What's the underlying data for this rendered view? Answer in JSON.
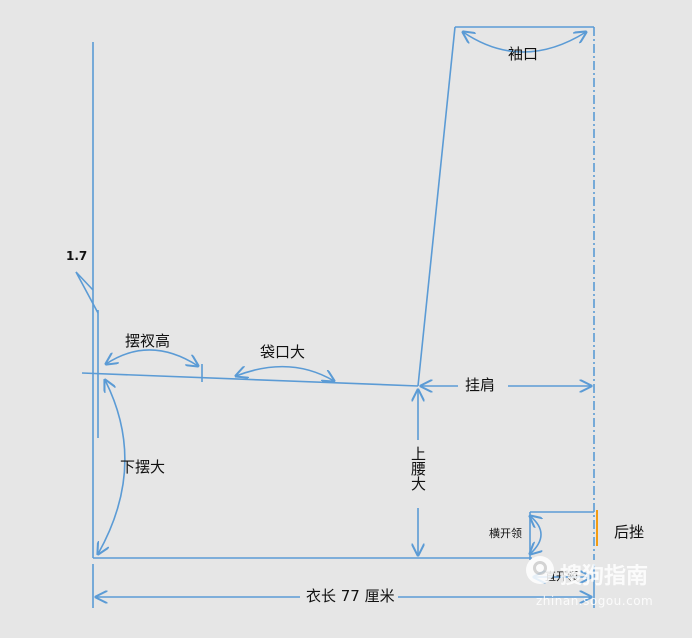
{
  "labels": {
    "cuff": "袖口",
    "hem_gusset": "摆衩高",
    "pocket": "袋口大",
    "shoulder": "挂肩",
    "hem_width": "下摆大",
    "waist": "上腰大",
    "neck_width": "横开领",
    "neck_depth": "直开领",
    "back_rise": "后挫",
    "length": "衣长 77 厘米",
    "offset": "1.7"
  },
  "watermark": {
    "brand": "搜狗指南",
    "url": "zhinan.sogou.com"
  },
  "colors": {
    "line": "#5b9bd5",
    "accent": "#f39c12",
    "background": "#e6e6e6"
  }
}
